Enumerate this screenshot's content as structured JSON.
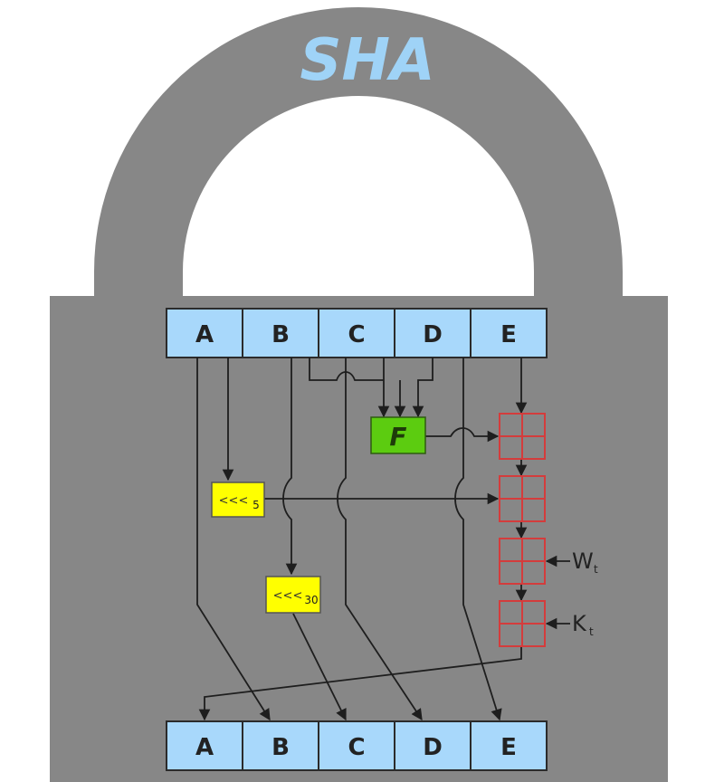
{
  "title": "SHA",
  "top_registers": [
    "A",
    "B",
    "C",
    "D",
    "E"
  ],
  "bottom_registers": [
    "A",
    "B",
    "C",
    "D",
    "E"
  ],
  "function_box": "F",
  "rotate_left_5": "<<<",
  "rotate_left_5_sub": "5",
  "rotate_left_30": "<<<",
  "rotate_left_30_sub": "30",
  "w_label": "W",
  "w_sub": "t",
  "k_label": "K",
  "k_sub": "t",
  "colors": {
    "lock_gray": "#878787",
    "register_fill": "#a8d8fb",
    "title": "#9fd3f7",
    "rotate_box": "#ffff00",
    "function_box": "#5ccc10",
    "adder": "#d43c3c"
  }
}
